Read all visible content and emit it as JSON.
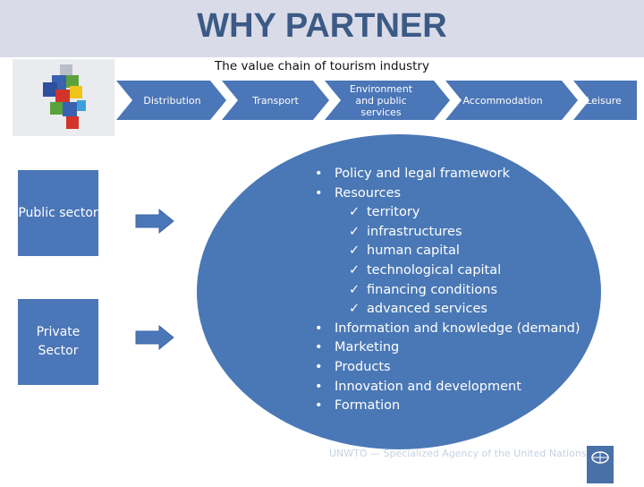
{
  "header": {
    "title": "WHY PARTNER",
    "subtitle": "The value chain of tourism industry"
  },
  "chain": {
    "steps": [
      {
        "label": "Distribution"
      },
      {
        "label": "Transport"
      },
      {
        "label": "Environment and public services"
      },
      {
        "label": "Accommodation"
      },
      {
        "label": "Leisure"
      }
    ]
  },
  "sectors": {
    "public": "Public sector",
    "private": "Private Sector"
  },
  "policy": {
    "items": [
      {
        "type": "bullet",
        "text": "Policy and legal framework"
      },
      {
        "type": "bullet",
        "text": "Resources"
      },
      {
        "type": "check",
        "text": "territory"
      },
      {
        "type": "check",
        "text": "infrastructures"
      },
      {
        "type": "check",
        "text": "human capital"
      },
      {
        "type": "check",
        "text": "technological capital"
      },
      {
        "type": "check",
        "text": "financing conditions"
      },
      {
        "type": "check",
        "text": "advanced services"
      },
      {
        "type": "bullet",
        "text": "Information and knowledge (demand)"
      },
      {
        "type": "bullet",
        "text": "Marketing"
      },
      {
        "type": "bullet",
        "text": "Products"
      },
      {
        "type": "bullet",
        "text": "Innovation and development"
      },
      {
        "type": "bullet",
        "text": "Formation"
      }
    ]
  },
  "footer": {
    "text": "UNWTO — Specialized Agency of the United Nations"
  },
  "colors": {
    "primary": "#4b76b7",
    "title": "#3b5a86",
    "band": "#d9dbe8"
  }
}
